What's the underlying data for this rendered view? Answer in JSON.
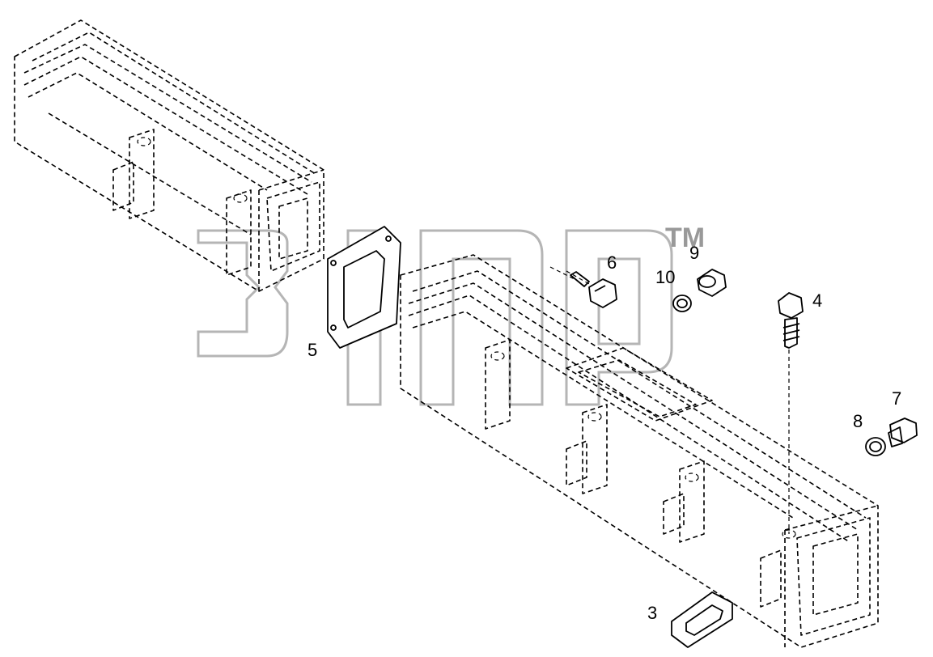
{
  "watermark": {
    "trademark": "TM"
  },
  "callouts": [
    {
      "id": "3",
      "label": "3"
    },
    {
      "id": "4",
      "label": "4"
    },
    {
      "id": "5",
      "label": "5"
    },
    {
      "id": "6",
      "label": "6"
    },
    {
      "id": "7",
      "label": "7"
    },
    {
      "id": "8",
      "label": "8"
    },
    {
      "id": "9",
      "label": "9"
    },
    {
      "id": "10",
      "label": "10"
    }
  ]
}
